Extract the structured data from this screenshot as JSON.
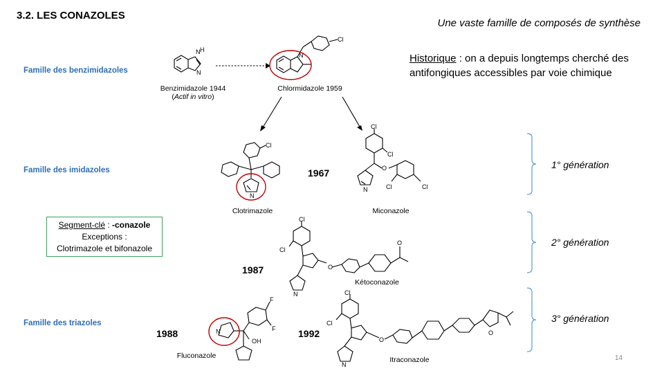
{
  "slide": {
    "title": "3.2. LES CONAZOLES",
    "subtitle": "Une vaste famille de composés de synthèse",
    "page_number": "14"
  },
  "historique": {
    "label": "Historique",
    "text": " : on a depuis longtemps cherché des antifongiques accessibles par voie chimique"
  },
  "families": {
    "benzimidazoles": "Famille des benzimidazoles",
    "imidazoles": "Famille des imidazoles",
    "triazoles": "Famille des triazoles"
  },
  "compounds": {
    "benzimidazole": "Benzimidazole 1944",
    "benzimidazole_note": "Actif in vitro",
    "chlormidazole": "Chlormidazole 1959",
    "clotrimazole": "Clotrimazole",
    "miconazole": "Miconazole",
    "ketoconazole": "Kétoconazole",
    "fluconazole": "Fluconazole",
    "itraconazole": "Itraconazole"
  },
  "years": {
    "y1967": "1967",
    "y1987": "1987",
    "y1988": "1988",
    "y1992": "1992"
  },
  "keybox": {
    "label": "Segment-clé",
    "sep": " : ",
    "suffix": "-conazole",
    "line2": "Exceptions :",
    "line3": "Clotrimazole et bifonazole"
  },
  "generations": {
    "g1": "1° génération",
    "g2": "2° génération",
    "g3": "3° génération"
  },
  "atoms": {
    "N": "N",
    "H": "H",
    "O": "O",
    "F": "F",
    "Cl": "Cl",
    "OH": "OH"
  },
  "colors": {
    "family": "#2e6fb5",
    "bracket": "#5b9bd5",
    "highlight": "#c00000",
    "box_border": "#3aa35b"
  }
}
